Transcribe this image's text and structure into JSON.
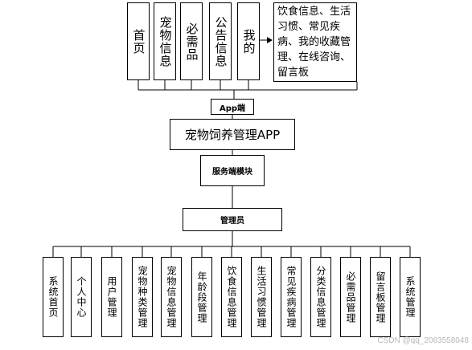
{
  "diagram": {
    "top_modules": [
      "首页",
      "宠物信息",
      "必需品",
      "公告信息",
      "我的"
    ],
    "my_detail": "饮食信息、生活习惯、常见疾病、我的收藏管理、在线咨询、留言板",
    "app_end": "App端",
    "app_title": "宠物饲养管理APP",
    "server_module": "服务端模块",
    "admin": "管理员",
    "admin_modules": [
      "系统首页",
      "个人中心",
      "用户管理",
      "宠物种类管理",
      "宠物信息管理",
      "年龄段管理",
      "饮食信息管理",
      "生活习惯管理",
      "常见疾病管理",
      "分类信息管理",
      "必需品管理",
      "留言板管理",
      "系统管理"
    ]
  },
  "watermark": "CSDN @qq_2083558048"
}
